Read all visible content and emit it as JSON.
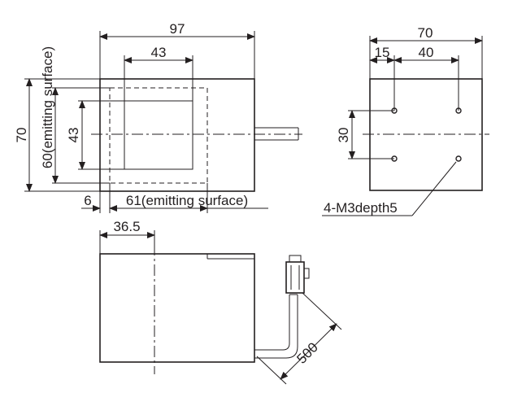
{
  "front_view": {
    "width_label": "97",
    "window_width_label": "43",
    "height_label": "70",
    "emitting_height_label": "60(emitting surface)",
    "window_height_label": "43",
    "offset_label": "6",
    "emitting_width_label": "61(emitting surface)"
  },
  "side_view": {
    "width_label": "70",
    "edge_offset_label": "15",
    "hole_spacing_label": "40",
    "vertical_spacing_label": "30",
    "hole_note": "4-M3depth5"
  },
  "bottom_view": {
    "offset_label": "36.5",
    "cable_length_label": "500"
  },
  "colors": {
    "line": "#231f20",
    "background": "#ffffff"
  }
}
